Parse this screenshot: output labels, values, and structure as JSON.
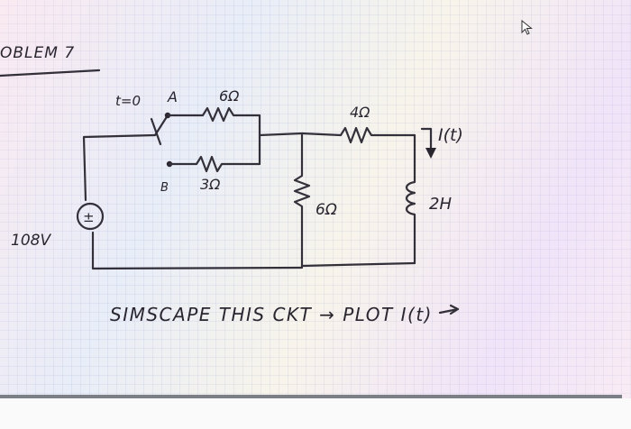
{
  "problem_label": "OBLEM 7",
  "switch_time": "t=0",
  "node_a": "A",
  "node_b": "B",
  "resistor_top": "6Ω",
  "resistor_bottom": "3Ω",
  "resistor_series": "4Ω",
  "resistor_shunt": "6Ω",
  "inductor": "2H",
  "current_label": "I(t)",
  "source_voltage": "108V",
  "source_symbol": "±",
  "instruction": "SIMSCAPE THIS CKT → PLOT I(t)"
}
